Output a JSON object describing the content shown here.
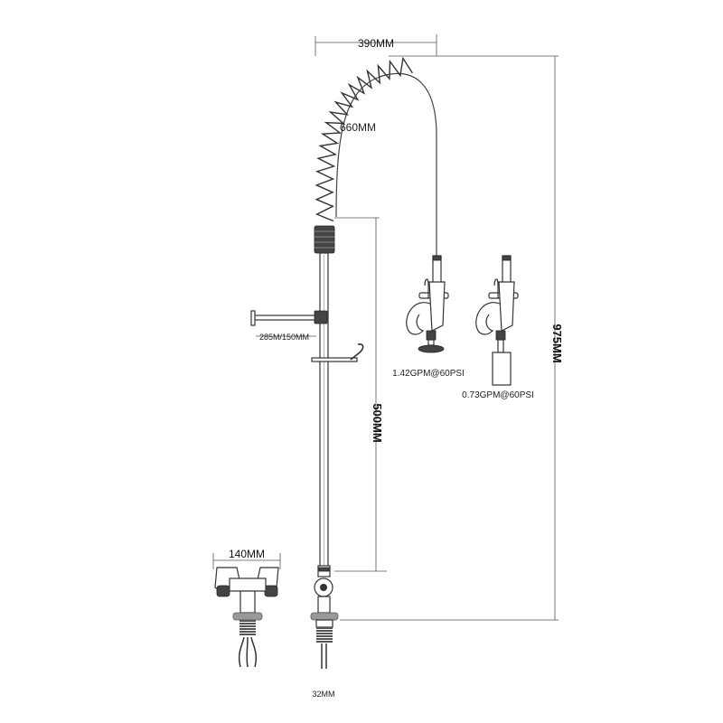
{
  "dimensions": {
    "arm_width": "390MM",
    "spring_height": "660MM",
    "total_height": "975MM",
    "riser_height": "500MM",
    "bracket": "285M/150MM",
    "mixer_width": "140MM",
    "base_thread": "32MM"
  },
  "spray_heads": [
    {
      "flow": "1.42GPM@60PSI"
    },
    {
      "flow": "0.73GPM@60PSI"
    }
  ]
}
